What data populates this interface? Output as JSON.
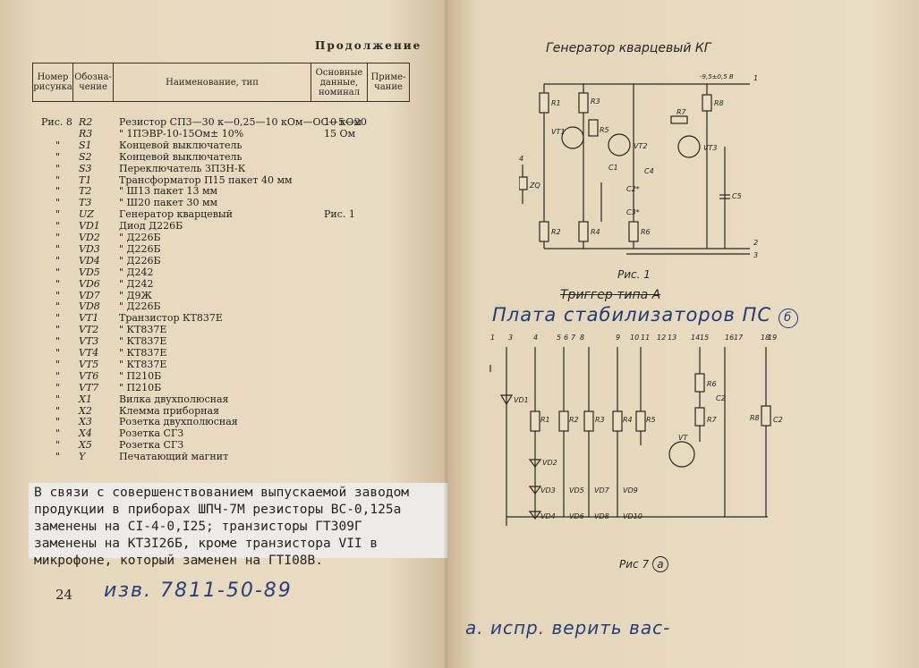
{
  "left_page": {
    "continuation": "Продолжение",
    "columns": [
      "Номер рисунка",
      "Обозна-чение",
      "Наименование, тип",
      "Основные данные, номинал",
      "Приме-чание"
    ],
    "rows": [
      {
        "fig": "Рис. 8",
        "des": "R2",
        "name": "Резистор СП3—30 к—0,25—10 кОм—ОС—5—20",
        "val": "10 кОм"
      },
      {
        "fig": "",
        "des": "R3",
        "name": "\"      1ПЭВР-10-15Ом± 10%",
        "val": "15 Ом"
      },
      {
        "fig": "\"",
        "des": "S1",
        "name": "Концевой выключатель",
        "val": ""
      },
      {
        "fig": "\"",
        "des": "S2",
        "name": "Концевой выключатель",
        "val": ""
      },
      {
        "fig": "\"",
        "des": "S3",
        "name": "Переключатель ЗП3Н-К",
        "val": ""
      },
      {
        "fig": "\"",
        "des": "T1",
        "name": "Трансформатор П15 пакет 40 мм",
        "val": ""
      },
      {
        "fig": "\"",
        "des": "T2",
        "name": "\"         Ш13 пакет 13 мм",
        "val": ""
      },
      {
        "fig": "\"",
        "des": "T3",
        "name": "\"         Ш20 пакет 30 мм",
        "val": ""
      },
      {
        "fig": "\"",
        "des": "UZ",
        "name": "Генератор кварцевый",
        "val": "Рис. 1"
      },
      {
        "fig": "\"",
        "des": "VD1",
        "name": "Диод Д226Б",
        "val": ""
      },
      {
        "fig": "\"",
        "des": "VD2",
        "name": "\"   Д226Б",
        "val": ""
      },
      {
        "fig": "\"",
        "des": "VD3",
        "name": "\"   Д226Б",
        "val": ""
      },
      {
        "fig": "\"",
        "des": "VD4",
        "name": "\"   Д226Б",
        "val": ""
      },
      {
        "fig": "\"",
        "des": "VD5",
        "name": "\"   Д242",
        "val": ""
      },
      {
        "fig": "\"",
        "des": "VD6",
        "name": "\"   Д242",
        "val": ""
      },
      {
        "fig": "\"",
        "des": "VD7",
        "name": "\"   Д9Ж",
        "val": ""
      },
      {
        "fig": "\"",
        "des": "VD8",
        "name": "\"   Д226Б",
        "val": ""
      },
      {
        "fig": "\"",
        "des": "VT1",
        "name": "Транзистор КТ837Е",
        "val": ""
      },
      {
        "fig": "\"",
        "des": "VT2",
        "name": "\"        КТ837Е",
        "val": ""
      },
      {
        "fig": "\"",
        "des": "VT3",
        "name": "\"        КТ837Е",
        "val": ""
      },
      {
        "fig": "\"",
        "des": "VT4",
        "name": "\"        КТ837Е",
        "val": ""
      },
      {
        "fig": "\"",
        "des": "VT5",
        "name": "\"        КТ837Е",
        "val": ""
      },
      {
        "fig": "\"",
        "des": "VT6",
        "name": "\"        П210Б",
        "val": ""
      },
      {
        "fig": "\"",
        "des": "VT7",
        "name": "\"        П210Б",
        "val": ""
      },
      {
        "fig": "\"",
        "des": "X1",
        "name": "Вилка двухполюсная",
        "val": ""
      },
      {
        "fig": "\"",
        "des": "X2",
        "name": "Клемма приборная",
        "val": ""
      },
      {
        "fig": "\"",
        "des": "X3",
        "name": "Розетка двухполюсная",
        "val": ""
      },
      {
        "fig": "\"",
        "des": "X4",
        "name": "Розетка СГЗ",
        "val": ""
      },
      {
        "fig": "\"",
        "des": "X5",
        "name": "Розетка СГЗ",
        "val": ""
      },
      {
        "fig": "\"",
        "des": "Y",
        "name": "Печатающий магнит",
        "val": ""
      }
    ],
    "typed_note": [
      "В связи с совершенствованием выпускаемой заводом",
      "продукции в приборах  ШПЧ-7М резисторы ВС-0,125а",
      "заменены на СI-4-0,I25; транзисторы ГТ309Г",
      "заменены на КТ3I26Б, кроме транзистора VII в",
      "микрофоне, который заменен на ГТI08В."
    ],
    "page_number": "24",
    "handwritten_note": "изв. 7811-50-89"
  },
  "right_page": {
    "fig1_title": "Генератор кварцевый КГ",
    "fig1_caption": "Рис. 1",
    "fig1_supply": "-9,5±0,5 В",
    "fig1_labels": [
      "R1",
      "R3",
      "R5",
      "R7",
      "R8",
      "R2",
      "R4",
      "R6",
      "VT1",
      "VT2",
      "VT3",
      "C1",
      "C2*",
      "C3*",
      "C4",
      "C5",
      "ZQ",
      "1",
      "2",
      "3",
      "4"
    ],
    "struck_title": "Триггер типа А",
    "fig7_title": "Плата стабилизаторов ПС",
    "fig7_badge": "б",
    "fig7_pins": [
      "1",
      "3",
      "4",
      "5",
      "6",
      "7",
      "8",
      "9",
      "10",
      "11",
      "12",
      "13",
      "14",
      "15",
      "16",
      "17",
      "18",
      "19"
    ],
    "fig7_caption": "Рис 7",
    "fig7_caption_badge": "а",
    "handwritten_bottom": "а. испр. верить вас-"
  }
}
